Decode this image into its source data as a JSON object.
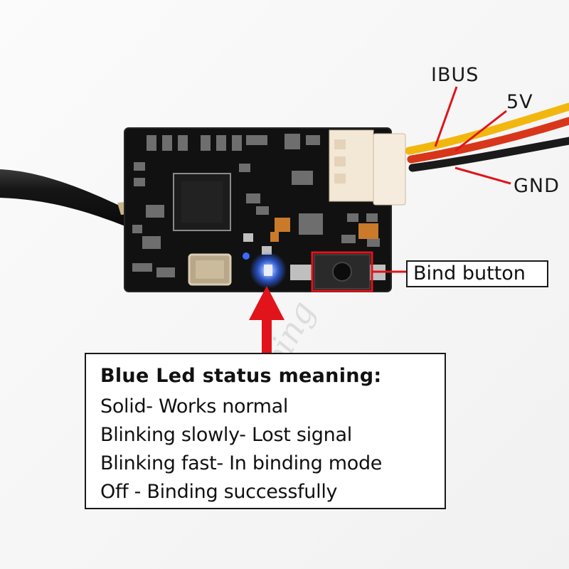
{
  "wire_labels": {
    "ibus": "IBUS",
    "v5": "5V",
    "gnd": "GND"
  },
  "bind_label": "Bind button",
  "legend": {
    "title": "Blue Led status meaning:",
    "lines": [
      "Solid- Works normal",
      "Blinking slowly- Lost signal",
      "Blinking fast- In binding mode",
      "Off - Binding successfully"
    ]
  },
  "colors": {
    "board": "#111111",
    "connector": "#f3e7d6",
    "led": "#2f66ff",
    "callout_red": "#e0141a",
    "wire_yellow": "#f2b70f",
    "wire_red": "#d8361a",
    "wire_black": "#1a1a1a"
  }
}
